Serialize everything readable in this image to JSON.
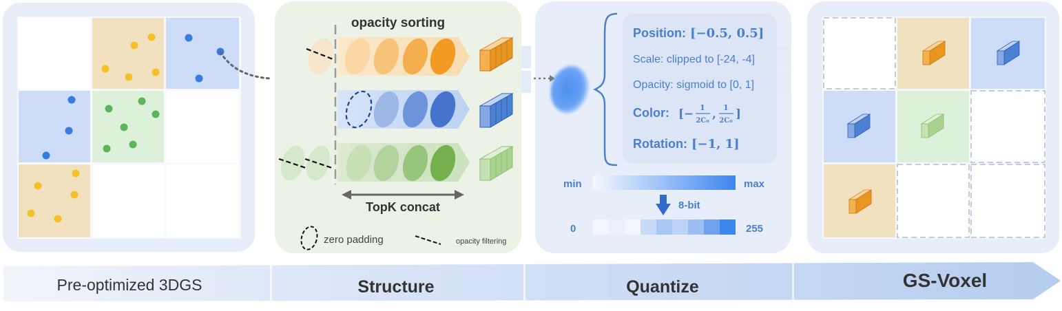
{
  "colors": {
    "panel_bg": "#e8eef9",
    "structure_bg": "#ecf2e6",
    "cell_yellow": "#f2e1bf",
    "cell_blue": "#cdddf8",
    "cell_green": "#ddf0da",
    "dot_yellow": "#f5c12a",
    "dot_blue": "#3a7be0",
    "dot_green": "#5db55a",
    "label_blue": "#4b7fcb",
    "text_dark": "#333333"
  },
  "structure": {
    "title": "opacity sorting",
    "bottom_label": "TopK concat",
    "legend": {
      "zero_padding": "zero padding",
      "opacity_filtering": "opacity filtering"
    }
  },
  "quantize": {
    "attributes": [
      {
        "key": "Position:",
        "value": "[−0.5, 0.5]",
        "style": "bold"
      },
      {
        "key": "Scale: clipped to [-24, -4]",
        "value": "",
        "style": "normal"
      },
      {
        "key": "Opacity: sigmoid to [0, 1]",
        "value": "",
        "style": "normal"
      },
      {
        "key": "Color:",
        "value": "",
        "style": "bold"
      },
      {
        "key": "Rotation:",
        "value": "[−1, 1]",
        "style": "bold"
      }
    ],
    "color_range": {
      "minus": "[−",
      "one": "1",
      "denom": "2C₀",
      "comma": ",",
      "close": "]"
    },
    "gradient": {
      "min": "min",
      "max": "max",
      "arrow_label": "8-bit",
      "low": "0",
      "high": "255"
    }
  },
  "bottom_bar": {
    "labels": [
      "Pre-optimized 3DGS",
      "Structure",
      "Quantize",
      "GS-Voxel"
    ]
  }
}
